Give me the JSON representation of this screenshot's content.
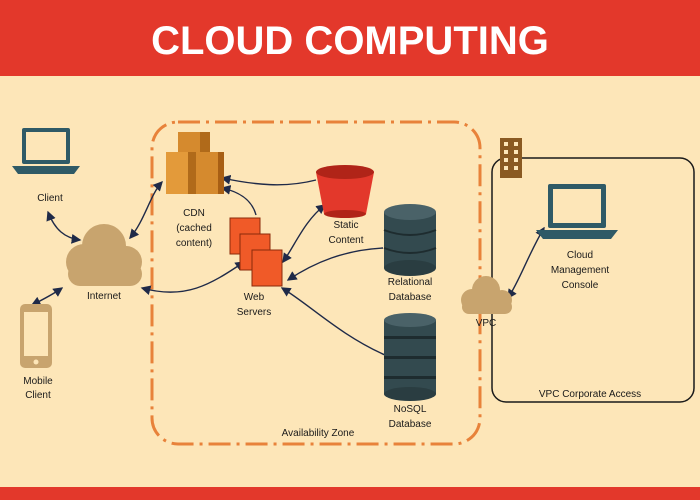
{
  "title": "CLOUD COMPUTING",
  "colors": {
    "banner": "#e3382b",
    "background": "#fde6b8",
    "zone_border": "#e8823a",
    "connector": "#1f2a48",
    "cloud": "#c8a46e",
    "server": "#f05a28",
    "database": "#334a4f",
    "laptop": "#2f5a66"
  },
  "nodes": {
    "client": "Client",
    "mobile_client": "Mobile\nClient",
    "internet": "Internet",
    "cdn": "CDN\n(cached\ncontent)",
    "web_servers": "Web\nServers",
    "static_content": "Static\nContent",
    "relational_db": "Relational\nDatabase",
    "nosql_db": "NoSQL\nDatabase",
    "vpc": "VPC",
    "cloud_console": "Cloud\nManagement\nConsole"
  },
  "regions": {
    "availability_zone": "Availability Zone",
    "vpc_corporate": "VPC Corporate Access"
  },
  "icons": {
    "client": "laptop-icon",
    "mobile_client": "smartphone-icon",
    "internet": "cloud-icon",
    "cdn": "cdn-cubes-icon",
    "web_servers": "server-stack-icon",
    "static_content": "bucket-icon",
    "relational_db": "database-icon",
    "nosql_db": "database-stack-icon",
    "vpc": "cloud-icon",
    "cloud_console": "laptop-icon",
    "corporate": "building-icon"
  }
}
